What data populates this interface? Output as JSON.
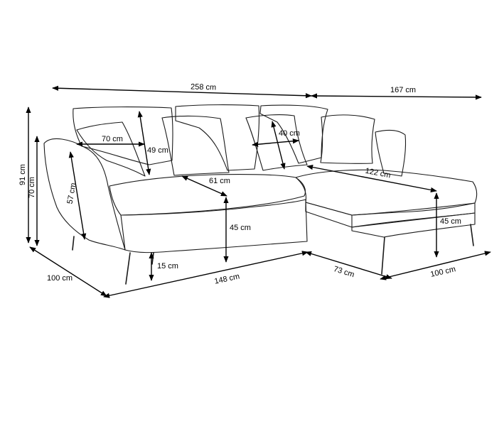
{
  "dimensions": {
    "total_width": "258 cm",
    "chaise_width": "167 cm",
    "back_cushion_width": "70 cm",
    "back_cushion_height": "49 cm",
    "pillow_width": "40 cm",
    "total_height": "91 cm",
    "back_height": "70 cm",
    "armrest_height": "57 cm",
    "seat_depth": "61 cm",
    "chaise_length": "122 cm",
    "seat_height": "45 cm",
    "chaise_seat_height": "45 cm",
    "leg_height": "15 cm",
    "depth": "100 cm",
    "base_width": "148 cm",
    "chaise_base_depth": "73 cm",
    "chaise_depth": "100 cm"
  }
}
